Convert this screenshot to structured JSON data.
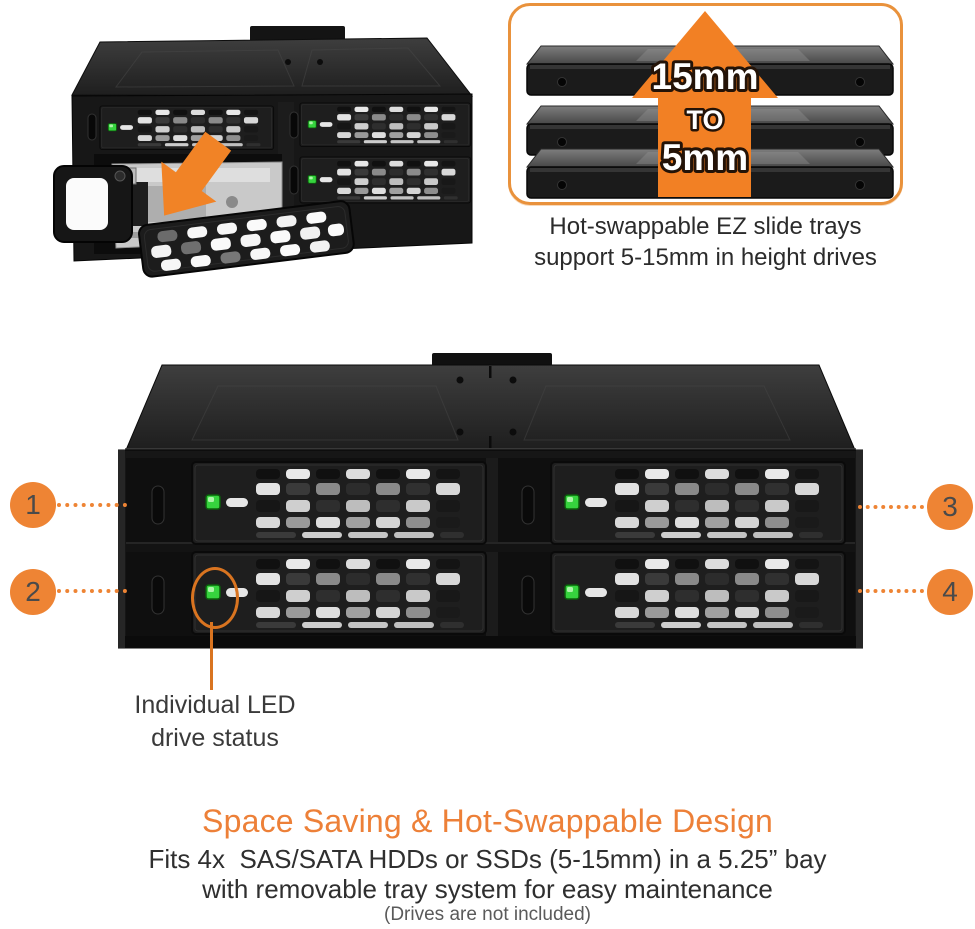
{
  "colors": {
    "accent_orange": "#EE8434",
    "heading_orange": "#ED8038",
    "arrow_orange": "#F28024",
    "panel_border_orange": "#E9923C",
    "callout_line_orange": "#D97420",
    "led_green": "#36D43E",
    "text_dark": "#2F2F2F",
    "note_gray": "#5A5A5A"
  },
  "size_panel": {
    "labels": [
      "15mm",
      "TO",
      "5mm"
    ],
    "caption": [
      "Hot-swappable EZ slide trays",
      "support 5-15mm in height drives"
    ]
  },
  "callouts": {
    "numbers": [
      "1",
      "2",
      "3",
      "4"
    ],
    "led_label": [
      "Individual LED",
      "drive status"
    ]
  },
  "footer": {
    "heading": "Space Saving & Hot-Swappable Design",
    "line1": "Fits 4x  SAS/SATA HDDs or SSDs (5-15mm) in a 5.25” bay",
    "line2": "with removable tray system for easy maintenance",
    "note": "(Drives are not included)"
  }
}
